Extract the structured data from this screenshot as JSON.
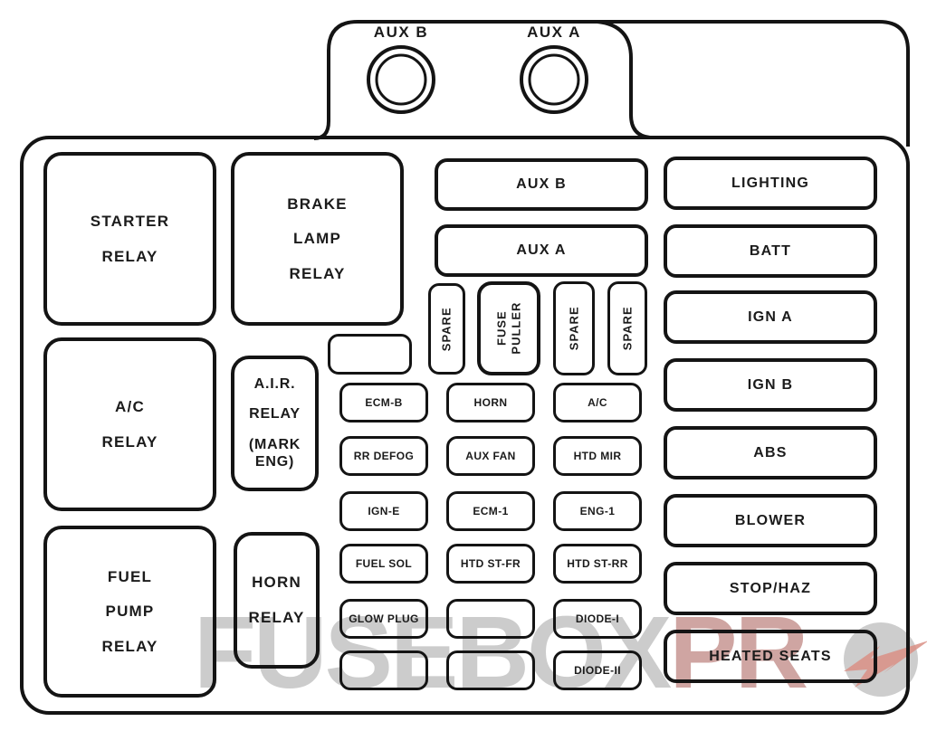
{
  "colors": {
    "line": "#141414",
    "text": "#1b1b1b",
    "background": "#ffffff",
    "watermark_gray": "#cccccc",
    "watermark_red": "#cfa5a2",
    "bolt_red": "#d98f85"
  },
  "top_terminals": [
    {
      "label": "AUX B"
    },
    {
      "label": "AUX A"
    }
  ],
  "relays": [
    {
      "name": "starter-relay",
      "lines": [
        "STARTER",
        "RELAY"
      ]
    },
    {
      "name": "ac-relay",
      "lines": [
        "A/C",
        "RELAY"
      ]
    },
    {
      "name": "fuel-pump-relay",
      "lines": [
        "FUEL",
        "PUMP",
        "RELAY"
      ]
    },
    {
      "name": "brake-lamp-relay",
      "lines": [
        "BRAKE",
        "LAMP",
        "RELAY"
      ]
    },
    {
      "name": "air-relay",
      "lines": [
        "A.I.R.",
        "RELAY",
        "(MARK",
        "ENG)"
      ]
    },
    {
      "name": "horn-relay",
      "lines": [
        "HORN",
        "RELAY"
      ]
    }
  ],
  "maxi_fuses": [
    {
      "label": "AUX B"
    },
    {
      "label": "AUX A"
    }
  ],
  "vertical_slots": [
    {
      "label": "SPARE"
    },
    {
      "line1": "FUSE",
      "line2": "PULLER"
    },
    {
      "label": "SPARE"
    },
    {
      "label": "SPARE"
    }
  ],
  "mini_fuses": {
    "row1": [
      "ECM-B",
      "HORN",
      "A/C"
    ],
    "row2": [
      "RR DEFOG",
      "AUX FAN",
      "HTD MIR"
    ],
    "row3": [
      "IGN-E",
      "ECM-1",
      "ENG-1"
    ],
    "row4": [
      "FUEL SOL",
      "HTD ST-FR",
      "HTD ST-RR"
    ],
    "row5": [
      "GLOW PLUG",
      "",
      "DIODE-I"
    ],
    "row6": [
      "",
      "",
      "DIODE-II"
    ]
  },
  "right_fuses": [
    "LIGHTING",
    "BATT",
    "IGN A",
    "IGN B",
    "ABS",
    "BLOWER",
    "STOP/HAZ",
    "HEATED SEATS"
  ],
  "watermark": {
    "part_gray": "FUSEBOX",
    "part_red": "PR"
  }
}
